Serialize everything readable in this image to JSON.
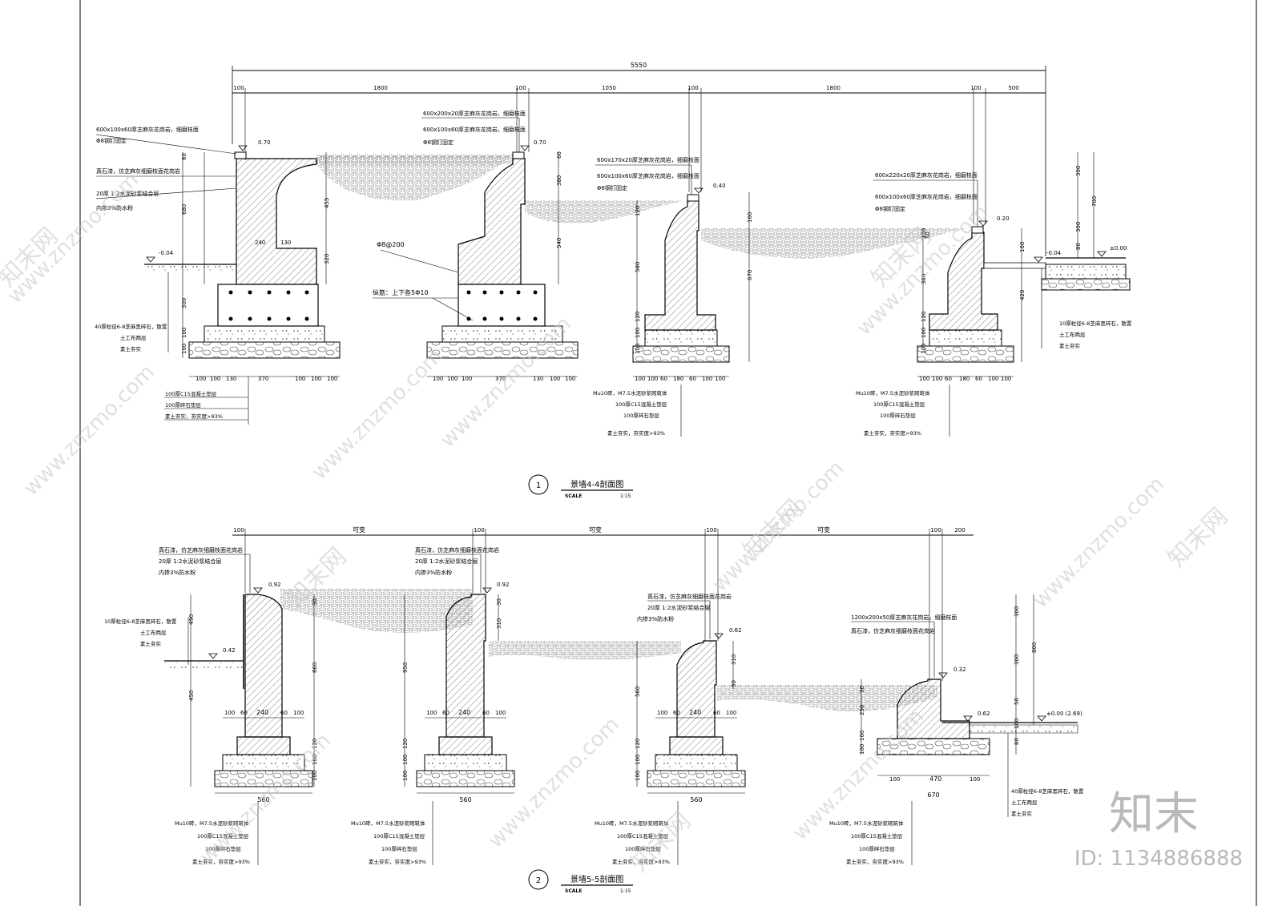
{
  "sections": [
    {
      "number": "1",
      "title": "景墙4-4剖面图",
      "scale_label": "SCALE",
      "scale": "1:15"
    },
    {
      "number": "2",
      "title": "景墙5-5剖面图",
      "scale_label": "SCALE",
      "scale": "1:15"
    }
  ],
  "s1": {
    "overall": "5550",
    "top_dims": [
      "100",
      "1800",
      "100",
      "1050",
      "100",
      "1800",
      "100",
      "500"
    ],
    "levels": [
      "0.70",
      "0.70",
      "0.40",
      "0.20",
      "-0.04",
      "-0.04",
      "±0.00"
    ],
    "callouts": [
      "600x100x60厚芝麻灰花岗岩，细磨枝面",
      "Φ8钢钉固定",
      "真石漆，仿芝麻灰细磨枝面花岗岩",
      "20厚 1:2水泥砂浆结合层",
      "内掺3%防水粉",
      "600x200x20厚芝麻灰花岗岩，细磨枝面",
      "600x100x60厚芝麻灰花岗岩，细磨枝面",
      "Φ8钢钉固定",
      "600x170x20厚芝麻灰花岗岩，细磨枝面",
      "600x100x60厚芝麻灰花岗岩，细磨枝面",
      "Φ8钢钉固定",
      "600x220x20厚芝麻灰花岗岩，细磨枝面",
      "600x100x60厚芝麻灰花岗岩，细磨枝面",
      "Φ8钢钉固定",
      "Φ8@200",
      "纵筋：上下各5Φ10"
    ],
    "left_layers": [
      "40厚粒径6-8芝麻黑碎石，散置",
      "土工布两层",
      "素土夯实"
    ],
    "right_layers": [
      "10厚粒径6-8芝麻黑碎石，散置",
      "土工布两层",
      "素土夯实"
    ],
    "found_layers_a": [
      "100厚C15混凝土垫层",
      "100厚碎石垫层",
      "素土夯实，夯实度>93%"
    ],
    "found_layers_b": [
      "Mu10砖，M7.5水泥砂浆砌筑体",
      "100厚C15混凝土垫层",
      "100厚碎石垫层",
      "素土夯实，夯实度>93%"
    ],
    "wall1_dims": [
      "680",
      "455",
      "320",
      "60",
      "300",
      "100",
      "100",
      "240",
      "130"
    ],
    "wall2_dims": [
      "60",
      "380",
      "540"
    ],
    "wall3_dims": [
      "120",
      "580",
      "120",
      "100",
      "100",
      "160",
      "670"
    ],
    "wall4_dims": [
      "120",
      "80",
      "380",
      "120",
      "100",
      "100",
      "160",
      "420",
      "80",
      "300",
      "700",
      "300"
    ],
    "bottom_dims_1": [
      "100",
      "100",
      "130",
      "370",
      "100",
      "100",
      "100"
    ],
    "bottom_dims_2": [
      "100",
      "100",
      "100",
      "370",
      "130",
      "100",
      "100"
    ],
    "bottom_dims_3": [
      "100",
      "100",
      "60",
      "180",
      "60",
      "100",
      "100"
    ],
    "bottom_dims_4": [
      "100",
      "100",
      "60",
      "180",
      "60",
      "100",
      "100"
    ]
  },
  "s2": {
    "top_dims": [
      "100",
      "可变",
      "100",
      "可变",
      "100",
      "可变",
      "100",
      "200"
    ],
    "levels": [
      "0.92",
      "0.92",
      "0.62",
      "0.32",
      "0.42",
      "0.62",
      "±0.00 (2.69)"
    ],
    "callouts": [
      "真石漆，仿芝麻灰细磨枝面花岗岩",
      "20厚 1:2水泥砂浆结合层",
      "内掺3%防水粉",
      "真石漆，仿芝麻灰细磨枝面花岗岩",
      "20厚 1:2水泥砂浆结合层",
      "内掺3%防水粉",
      "真石漆，仿芝麻灰细磨枝面花岗岩",
      "20厚 1:2水泥砂浆结合层",
      "内掺3%防水粉",
      "1200x200x50厚芝麻灰花岗岩，细磨枝面",
      "真石漆，仿芝麻灰细磨枝面花岗岩"
    ],
    "left_layers": [
      "10厚粒径6-8芝麻黑碎石，散置",
      "土工布两层",
      "素土夯实"
    ],
    "right_layers": [
      "40厚粒径6-8芝麻黑碎石，散置",
      "土工布两层",
      "素土夯实"
    ],
    "found_layers": [
      "Mu10砖，M7.5水泥砂浆砌筑体",
      "100厚C15混凝土垫层",
      "100厚碎石垫层",
      "素土夯实，夯实度>93%"
    ],
    "wall1_dims": [
      "490",
      "450",
      "30",
      "860",
      "120",
      "100",
      "100"
    ],
    "wall2_dims": [
      "30",
      "310",
      "950",
      "120",
      "100",
      "100"
    ],
    "wall3_dims": [
      "310",
      "30",
      "560",
      "120",
      "100",
      "100"
    ],
    "wall4_dims": [
      "30",
      "250",
      "300",
      "300",
      "800",
      "50",
      "100",
      "80",
      "100",
      "100"
    ],
    "base_dims": [
      "100",
      "60",
      "240",
      "60",
      "100"
    ],
    "base_width": "560",
    "base4_dims": [
      "100",
      "470",
      "100"
    ],
    "base4_width": "670"
  },
  "watermark": {
    "site": "www.znzmo.com",
    "brand_cn": "知末网",
    "logo": "知末",
    "id": "ID: 1134886888"
  }
}
